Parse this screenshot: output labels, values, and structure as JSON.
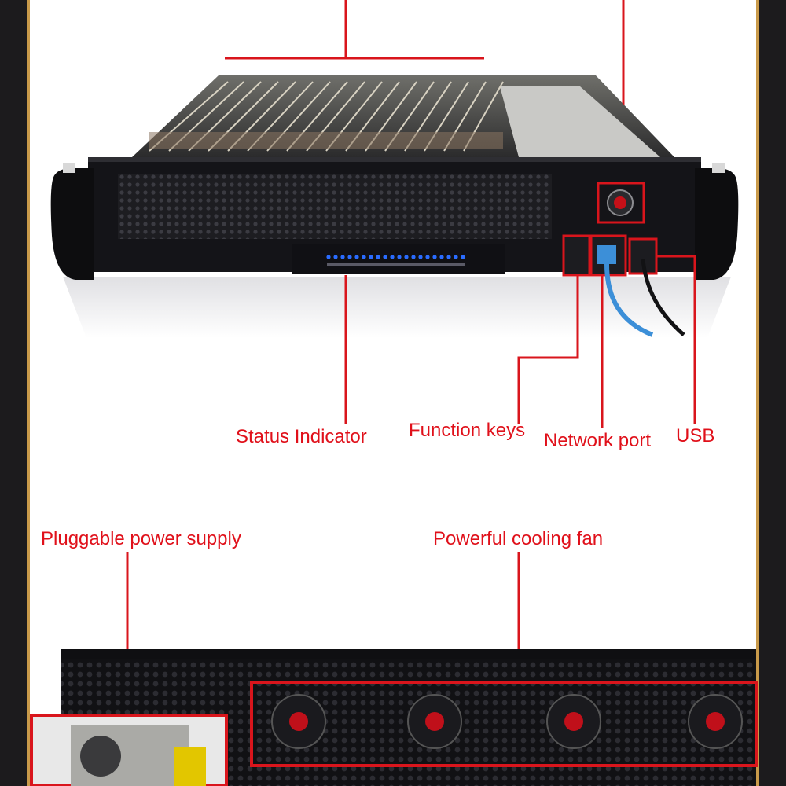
{
  "callouts": {
    "status_indicator": "Status Indicator",
    "function_keys": "Function keys",
    "network_port": "Network port",
    "usb": "USB",
    "power_supply": "Pluggable power supply",
    "cooling_fan": "Powerful cooling fan"
  },
  "colors": {
    "callout": "#e0101a",
    "frame_gold": "#c99a4a",
    "chassis": "#16161a",
    "led": "#2a6cff"
  },
  "icons": [
    "power-button-icon",
    "ethernet-cable-icon",
    "usb-cable-icon",
    "fan-icon"
  ]
}
